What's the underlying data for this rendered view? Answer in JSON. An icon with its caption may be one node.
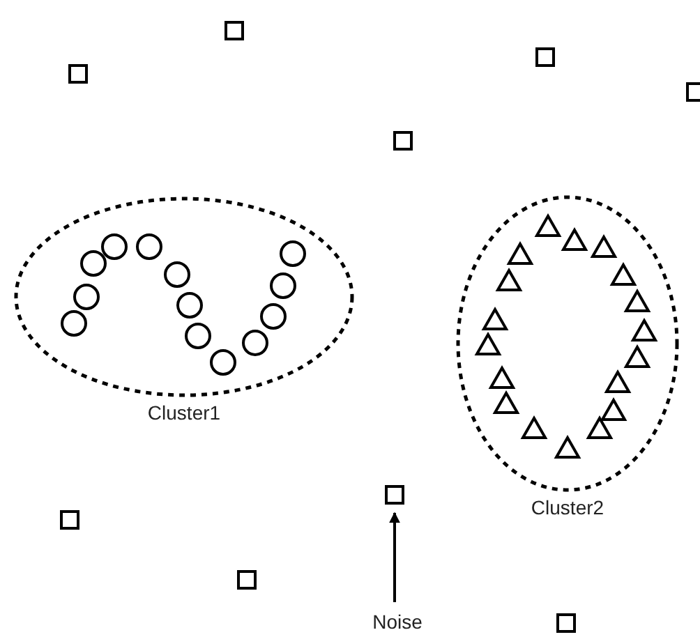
{
  "diagram": {
    "nodes": [
      {
        "text": [
          "Cluster1"
        ]
      },
      {
        "text": [
          "Cluster2"
        ]
      },
      {
        "text": [],
        "shape": "box"
      },
      {
        "text": [
          "Noise"
        ]
      }
    ],
    "edges": [
      {
        "from": 3,
        "to": 2,
        "arrow": "to"
      }
    ]
  }
}
